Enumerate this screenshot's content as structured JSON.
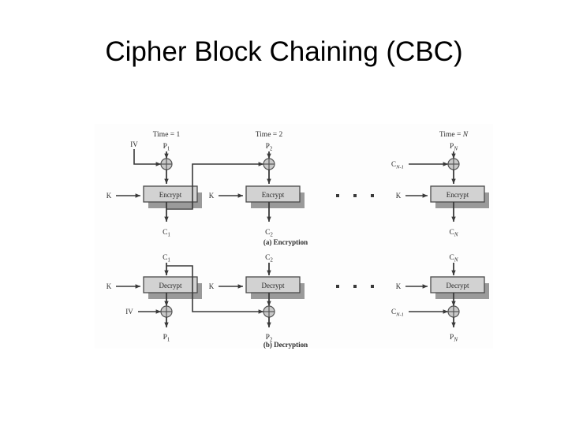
{
  "slide": {
    "title": "Cipher Block Chaining (CBC)",
    "background_color": "#ffffff",
    "text_color": "#000000"
  },
  "figure": {
    "name": "cbc-mode-diagram",
    "background_color": "#fdfdfd",
    "box_fill_color": "#d2d2d2",
    "box_border_color": "#4a4a4a",
    "box_shadow_color": "#9a9a9a",
    "xor_fill_color": "#c9c9c9",
    "line_color": "#3a3a3a",
    "captions": {
      "encryption": "(a) Encryption",
      "decryption": "(b) Decryption"
    },
    "ellipsis_dots": 3,
    "encryption": {
      "caption": "(a) Encryption",
      "stages": [
        {
          "time_label": "Time = 1",
          "plaintext_in": "P1",
          "chain_in": "IV",
          "key_label": "K",
          "cipher_op": "Encrypt",
          "ciphertext_out": "C1"
        },
        {
          "time_label": "Time = 2",
          "plaintext_in": "P2",
          "chain_in": "C1",
          "key_label": "K",
          "cipher_op": "Encrypt",
          "ciphertext_out": "C2"
        },
        {
          "time_label": "Time = N",
          "plaintext_in": "PN",
          "chain_in": "CN-1",
          "key_label": "K",
          "cipher_op": "Encrypt",
          "ciphertext_out": "CN"
        }
      ]
    },
    "decryption": {
      "caption": "(b) Decryption",
      "stages": [
        {
          "ciphertext_in": "C1",
          "key_label": "K",
          "cipher_op": "Decrypt",
          "chain_in": "IV",
          "plaintext_out": "P1"
        },
        {
          "ciphertext_in": "C2",
          "key_label": "K",
          "cipher_op": "Decrypt",
          "chain_in": "C1",
          "plaintext_out": "P2"
        },
        {
          "ciphertext_in": "CN",
          "key_label": "K",
          "cipher_op": "Decrypt",
          "chain_in": "CN-1",
          "plaintext_out": "PN"
        }
      ]
    },
    "labels": {
      "time1": "Time = 1",
      "time2": "Time = 2",
      "timeN": "Time = ",
      "timeN_italic": "N",
      "iv": "IV",
      "k": "K",
      "encrypt": "Encrypt",
      "decrypt": "Decrypt",
      "P_base": "P",
      "C_base": "C",
      "sub1": "1",
      "sub2": "2",
      "subN": "N",
      "subNminus1": "N-1"
    }
  }
}
